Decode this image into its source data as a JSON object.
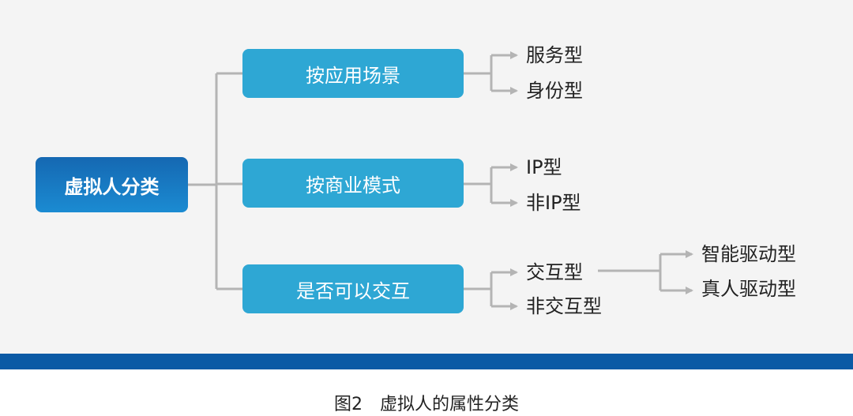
{
  "root": "虚拟人分类",
  "categories": [
    {
      "label": "按应用场景",
      "children": [
        "服务型",
        "身份型"
      ]
    },
    {
      "label": "按商业模式",
      "children": [
        "IP型",
        "非IP型"
      ]
    },
    {
      "label": "是否可以交互",
      "children": [
        "交互型",
        "非交互型"
      ]
    }
  ],
  "sub_children": [
    "智能驱动型",
    "真人驱动型"
  ],
  "caption": "图2　虚拟人的属性分类",
  "colors": {
    "root": "#1568b2",
    "category": "#2ea7d4",
    "connector": "#b4b4b4",
    "bar": "#0b5aa5"
  }
}
